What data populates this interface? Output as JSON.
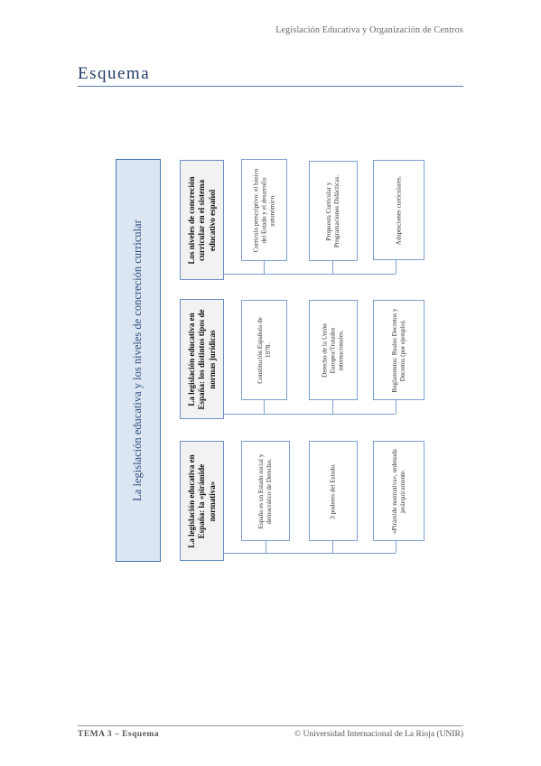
{
  "header": {
    "title": "Legislación Educativa y Organización de Centros"
  },
  "section": {
    "title": "Esquema"
  },
  "diagram": {
    "main_title": "La legislación educativa y los niveles de concreción curricular",
    "branches": [
      {
        "title": "Los niveles de concreción curricular en el sistema educativo español",
        "items": [
          "Currículo prescriptivo: el básico del Estado y el desarrollo autonómico.",
          "Propuesta Curricular y Programaciones Didácticas.",
          "Adaptaciones curriculares."
        ]
      },
      {
        "title": "La legislación educativa en España: los distintos tipos de normas jurídicas",
        "items": [
          "Constitución Española de 1978.",
          "Derecho de la Unión Europea/Tratados internacionales.",
          "Reglamentos: Reales Decretos y Decretos (por ejemplo)."
        ]
      },
      {
        "title": "La legislación educativa en España: la «pirámide normativa»",
        "items": [
          "España es un Estado social y democrático de Derecho.",
          "3 poderes del Estado.",
          "«Pirámide normativa», ordenada jerárquicamente."
        ]
      }
    ]
  },
  "footer": {
    "left": "TEMA 3 – Esquema",
    "right": "© Universidad Internacional de La Rioja (UNIR)"
  }
}
